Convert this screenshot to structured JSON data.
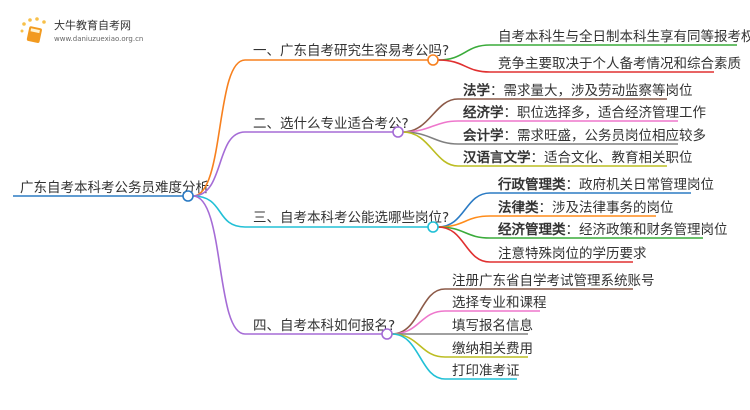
{
  "logo": {
    "title": "大牛教育自考网",
    "url": "www.daniuzuexiao.org.cn"
  },
  "root": "广东自考本科考公务员难度分析",
  "branches": [
    {
      "label": "一、广东自考研究生容易考公吗?",
      "color": "#f7801e",
      "leaves": [
        {
          "text": "自考本科生与全日制本科生享有同等报考权利",
          "color": "#3aab3a"
        },
        {
          "text": "竞争主要取决于个人备考情况和综合素质",
          "color": "#e03030"
        }
      ]
    },
    {
      "label": "二、选什么专业适合考公?",
      "color": "#a56cd6",
      "leaves": [
        {
          "bold": "法学",
          "text": "：需求量大，涉及劳动监察等岗位",
          "color": "#8c5a48"
        },
        {
          "bold": "经济学",
          "text": "：职位选择多，适合经济管理工作",
          "color": "#ee77cc"
        },
        {
          "bold": "会计学",
          "text": "：需求旺盛，公务员岗位相应较多",
          "color": "#808080"
        },
        {
          "bold": "汉语言文学",
          "text": "：适合文化、教育相关职位",
          "color": "#bcbd22"
        }
      ]
    },
    {
      "label": "三、自考本科考公能选哪些岗位?",
      "color": "#22c0d6",
      "leaves": [
        {
          "bold": "行政管理类",
          "text": "：政府机关日常管理岗位",
          "color": "#2b7bc4"
        },
        {
          "bold": "法律类",
          "text": "：涉及法律事务的岗位",
          "color": "#ff8c1a"
        },
        {
          "bold": "经济管理类",
          "text": "：经济政策和财务管理岗位",
          "color": "#3aab3a"
        },
        {
          "text": "注意特殊岗位的学历要求",
          "color": "#e03030"
        }
      ]
    },
    {
      "label": "四、自考本科如何报名?",
      "color": "#a56cd6",
      "leaves": [
        {
          "text": "注册广东省自学考试管理系统账号",
          "color": "#8c5a48"
        },
        {
          "text": "选择专业和课程",
          "color": "#ee77cc"
        },
        {
          "text": "填写报名信息",
          "color": "#808080"
        },
        {
          "text": "缴纳相关费用",
          "color": "#bcbd22"
        },
        {
          "text": "打印准考证",
          "color": "#22c0d6"
        }
      ]
    }
  ]
}
